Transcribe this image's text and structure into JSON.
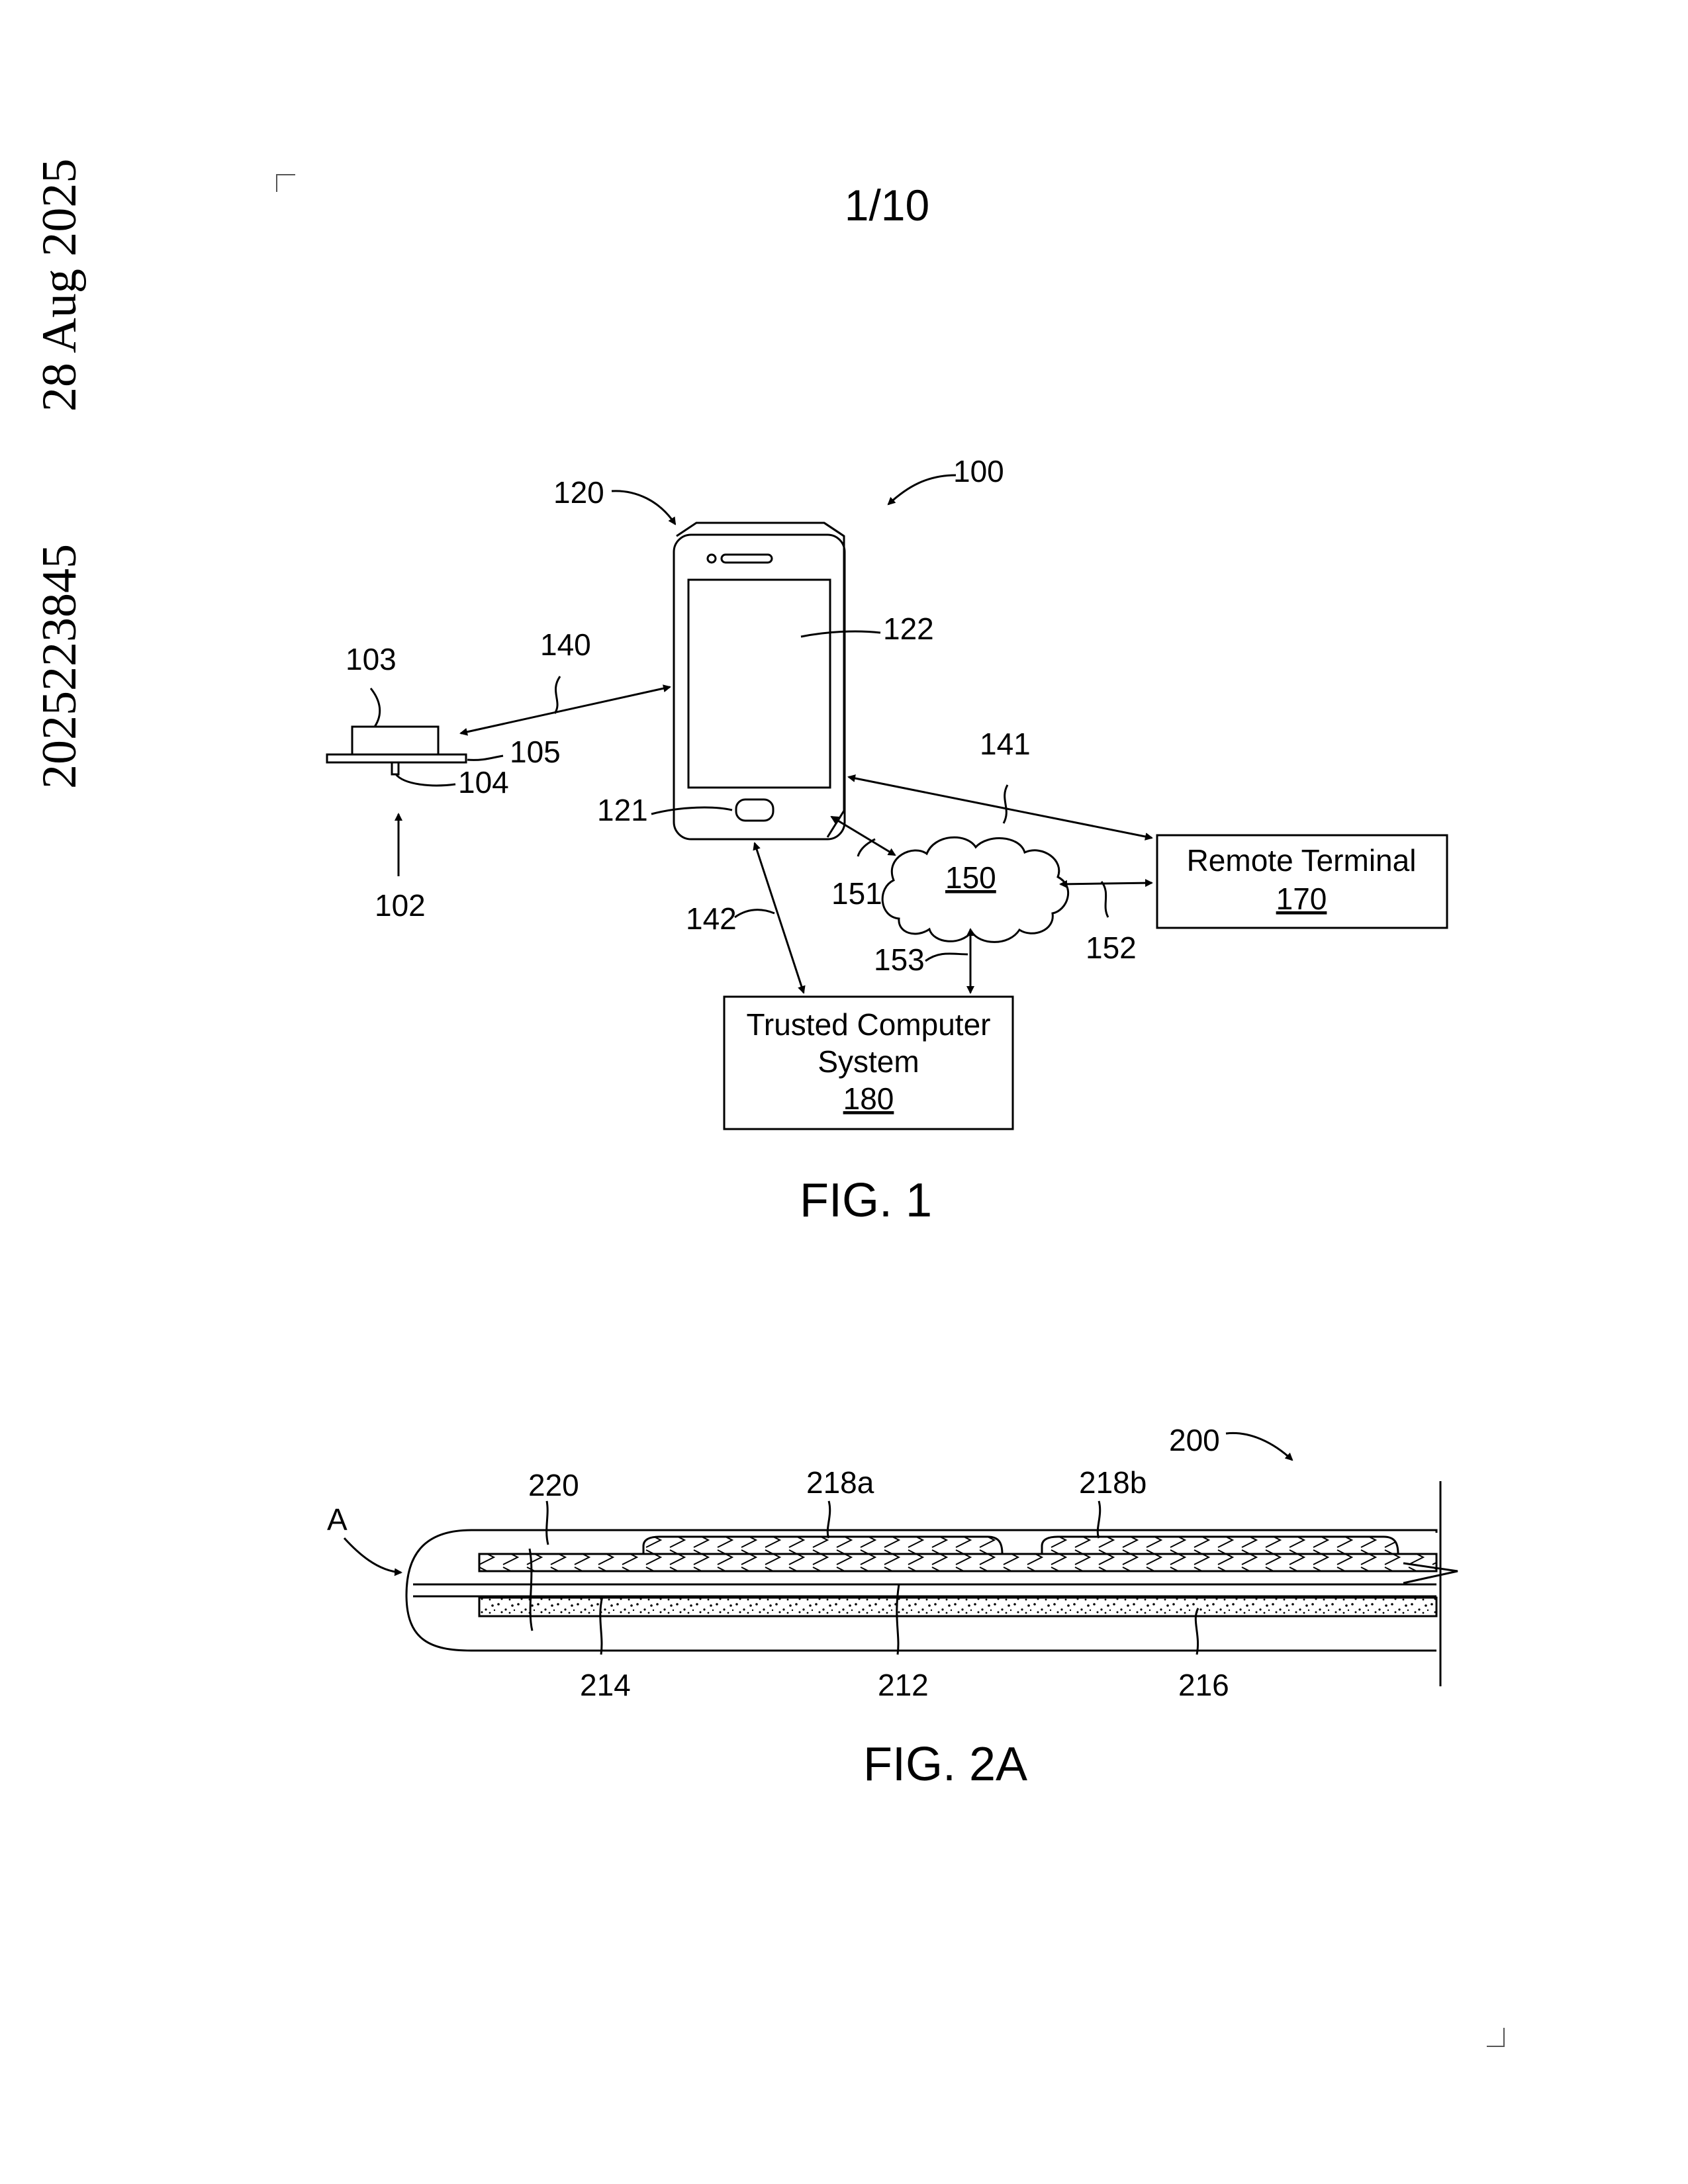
{
  "margin": {
    "date": "28 Aug 2025",
    "doc_number": "2025223845"
  },
  "sheet_number": "1/10",
  "fig1": {
    "caption": "FIG. 1",
    "refs": {
      "r100": "100",
      "r102": "102",
      "r103": "103",
      "r104": "104",
      "r105": "105",
      "r120": "120",
      "r121": "121",
      "r122": "122",
      "r140": "140",
      "r141": "141",
      "r142": "142",
      "r150": "150",
      "r151": "151",
      "r152": "152",
      "r153": "153"
    },
    "remote_terminal": {
      "label": "Remote Terminal",
      "ref": "170"
    },
    "trusted_computer": {
      "label_line1": "Trusted Computer",
      "label_line2": "System",
      "ref": "180"
    }
  },
  "fig2a": {
    "caption": "FIG. 2A",
    "refs": {
      "r200": "200",
      "rA": "A",
      "r212": "212",
      "r214": "214",
      "r216": "216",
      "r218a": "218a",
      "r218b": "218b",
      "r220": "220"
    }
  }
}
